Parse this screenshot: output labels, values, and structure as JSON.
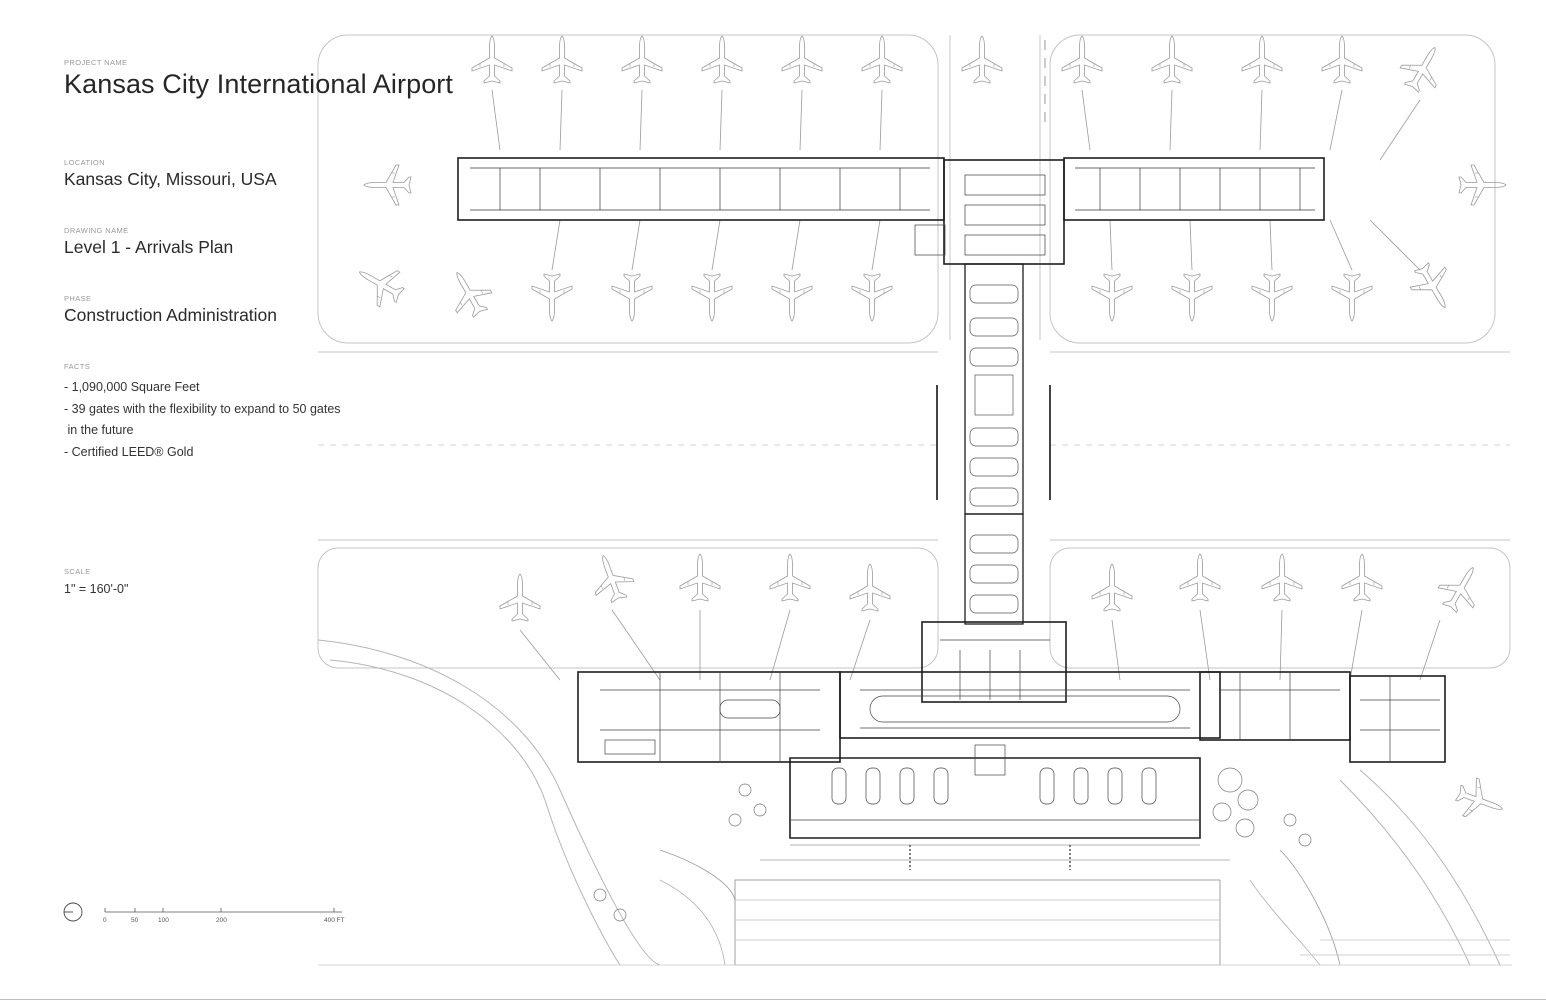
{
  "project": {
    "label": "PROJECT NAME",
    "name": "Kansas City International Airport"
  },
  "location": {
    "label": "LOCATION",
    "value": "Kansas City, Missouri, USA"
  },
  "drawing": {
    "label": "DRAWING NAME",
    "value": "Level 1 - Arrivals Plan"
  },
  "phase": {
    "label": "PHASE",
    "value": "Construction Administration"
  },
  "facts": {
    "label": "FACTS",
    "items": [
      "- 1,090,000 Square Feet",
      "- 39 gates with the flexibility to expand to 50 gates",
      " in the future",
      "- Certified LEED® Gold"
    ]
  },
  "scale": {
    "label": "SCALE",
    "value": "1\" = 160'-0\"",
    "ticks": [
      "0",
      "50",
      "100",
      "200",
      "400 FT"
    ]
  },
  "icons": {
    "north_arrow": "north-arrow-icon",
    "aircraft": "airplane-icon"
  },
  "colors": {
    "ink": "#2a2a2a",
    "linework": "#8c8c8c",
    "wall": "#1e1e1e",
    "label_gray": "#9a9a9a"
  }
}
